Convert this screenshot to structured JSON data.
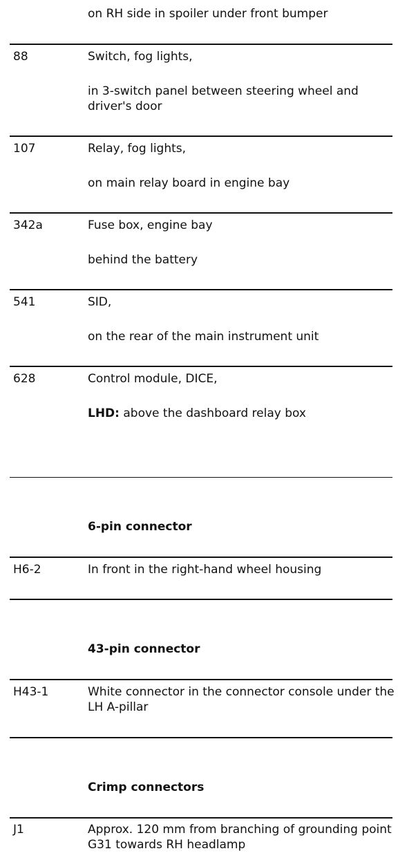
{
  "top_continuation": "on RH side in spoiler under front bumper",
  "components": [
    {
      "code": "88",
      "name": "Switch, fog lights,",
      "location": "in 3-switch panel between steering wheel and driver's door"
    },
    {
      "code": "107",
      "name": "Relay, fog lights,",
      "location": "on main relay board in engine bay"
    },
    {
      "code": "342a",
      "name": "Fuse box, engine bay",
      "location": "behind the battery"
    },
    {
      "code": "541",
      "name": "SID,",
      "location": "on the rear of the main instrument unit"
    },
    {
      "code": "628",
      "name": "Control module, DICE,",
      "location_label": "LHD:",
      "location": " above the dashboard relay box"
    }
  ],
  "sections": [
    {
      "heading": "6-pin connector",
      "rows": [
        {
          "code": "H6-2",
          "text": "In front in the right-hand wheel housing"
        }
      ]
    },
    {
      "heading": "43-pin connector",
      "rows": [
        {
          "code": "H43-1",
          "text": "White connector in the connector console under the LH A-pillar"
        }
      ]
    },
    {
      "heading": "Crimp connectors",
      "rows": [
        {
          "code": "J1",
          "text": "Approx. 120 mm from branching of grounding point G31 towards RH headlamp"
        }
      ]
    }
  ]
}
